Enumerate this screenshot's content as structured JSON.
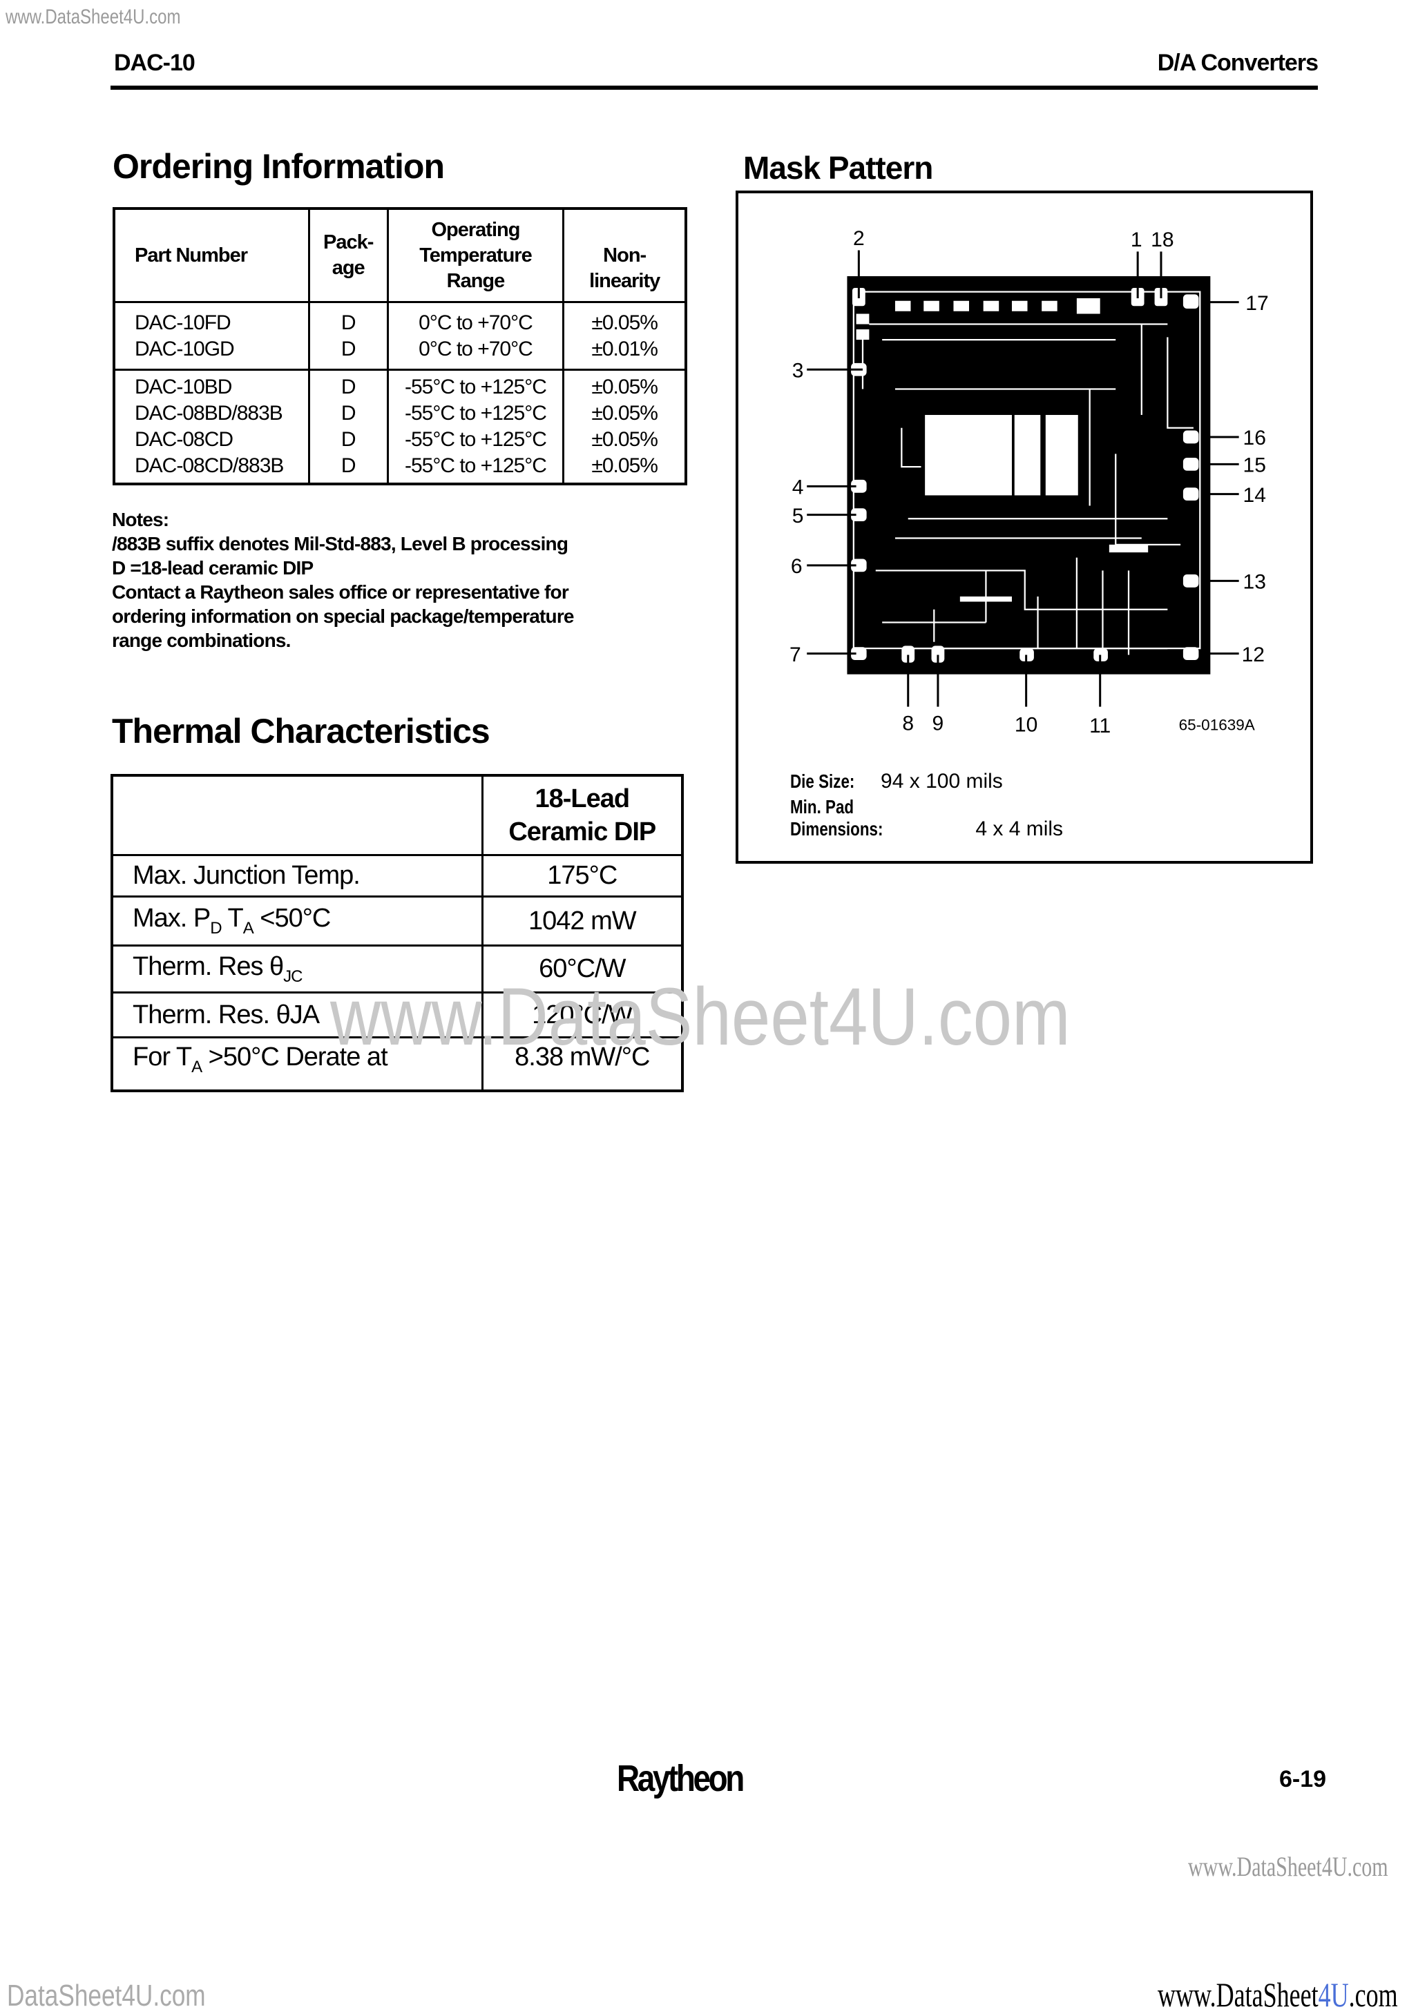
{
  "watermarks": {
    "top_left": "www.DataSheet4U.com",
    "center": "www.DataSheet4U.com",
    "bottom_right_gray": "www.DataSheet4U.com",
    "bottom_left": "DataSheet4U.com",
    "bottom_right": {
      "pre": "www.DataSheet",
      "accent": "4U",
      "post": ".com",
      "accent_color": "#4a6fd8"
    }
  },
  "header": {
    "left": "DAC-10",
    "right": "D/A Converters"
  },
  "ordering": {
    "title": "Ordering Information",
    "columns": [
      "Part Number",
      "Pack-\nage",
      "Operating Temperature Range",
      "Non-\nlinearity"
    ],
    "col_lines": {
      "package": [
        "Pack-",
        "age"
      ],
      "temp": [
        "Operating",
        "Temperature",
        "Range"
      ],
      "nonlin": [
        "Non-",
        "linearity"
      ]
    },
    "groups": [
      {
        "rows": [
          {
            "part": "DAC-10FD",
            "package": "D",
            "temp": "0°C to +70°C",
            "nonlinearity": "±0.05%"
          },
          {
            "part": "DAC-10GD",
            "package": "D",
            "temp": "0°C to +70°C",
            "nonlinearity": "±0.01%"
          }
        ]
      },
      {
        "rows": [
          {
            "part": "DAC-10BD",
            "package": "D",
            "temp": "-55°C to +125°C",
            "nonlinearity": "±0.05%"
          },
          {
            "part": "DAC-08BD/883B",
            "package": "D",
            "temp": "-55°C to +125°C",
            "nonlinearity": "±0.05%"
          },
          {
            "part": "DAC-08CD",
            "package": "D",
            "temp": "-55°C to +125°C",
            "nonlinearity": "±0.05%"
          },
          {
            "part": "DAC-08CD/883B",
            "package": "D",
            "temp": "-55°C to +125°C",
            "nonlinearity": "±0.05%"
          }
        ]
      }
    ],
    "notes": [
      "Notes:",
      "/883B suffix denotes Mil-Std-883, Level B processing",
      "D =18-lead ceramic DIP",
      "Contact a Raytheon sales office or representative for",
      "ordering information on special package/temperature",
      "range combinations."
    ]
  },
  "thermal": {
    "title": "Thermal Characteristics",
    "header": [
      "18-Lead",
      "Ceramic DIP"
    ],
    "rows": [
      {
        "label": "Max. Junction Temp.",
        "value": "175°C"
      },
      {
        "label": [
          "Max. P",
          "D",
          " T",
          "A",
          " <50°C"
        ],
        "value": "1042 mW"
      },
      {
        "label": [
          "Therm. Res θ",
          "JC"
        ],
        "value": "60°C/W"
      },
      {
        "label": "Therm. Res. θJA",
        "value": "120°C/W"
      },
      {
        "label": [
          "For T",
          "A",
          " >50°C Derate at"
        ],
        "value": "8.38 mW/°C"
      }
    ]
  },
  "mask": {
    "title": "Mask Pattern",
    "pins": [
      "1",
      "2",
      "3",
      "4",
      "5",
      "6",
      "7",
      "8",
      "9",
      "10",
      "11",
      "12",
      "13",
      "14",
      "15",
      "16",
      "17",
      "18"
    ],
    "figure_code": "65-01639A",
    "die_size_label": "Die Size:",
    "die_size": "94 x 100 mils",
    "pad_label": "Min. Pad Dimensions:",
    "pad_size": "4 x 4 mils"
  },
  "footer": {
    "logo": "Raytheon",
    "page": "6-19"
  }
}
